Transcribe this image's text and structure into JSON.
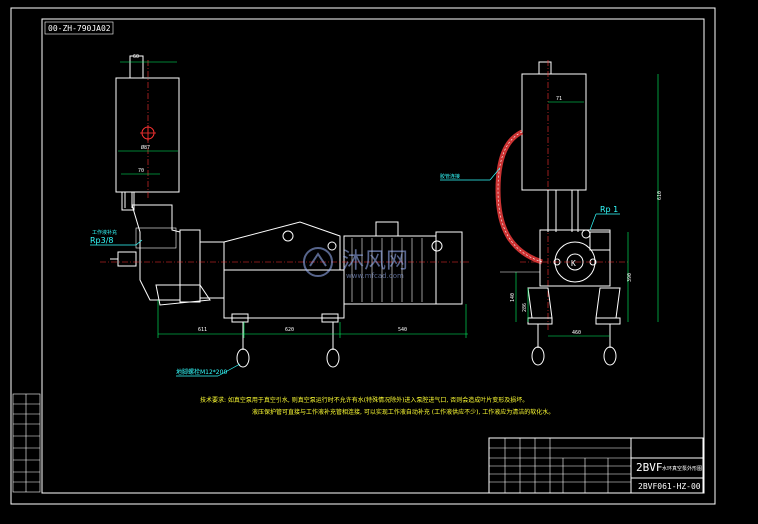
{
  "drawing": {
    "drawing_no_corner": "00-ZH-790JA02",
    "callout_inlet": "Rp3/8",
    "callout_inlet_note": "工作液补充",
    "callout_hose": "胶管连接",
    "callout_outlet": "Rp 1",
    "callout_anchor": "地脚螺栓M12*200",
    "dims_left_view": {
      "top_width": "60",
      "center": "?",
      "flange": "Ø87",
      "offset": "70",
      "d1": "611",
      "d2": "620",
      "d3": "540"
    },
    "dims_right_view": {
      "top": "71",
      "height_total": "610",
      "h1": "140",
      "h2": "286",
      "h3": "390",
      "base": "460"
    },
    "notes": [
      "技术要求: 如真空泵用于真空引水, 则真空泵运行时不允许有水(特殊情况除外)进入泵腔进气口, 否则会造成叶片变形及损坏。",
      "液压保护管可直接与工作液补充管相连接, 可以实现工作液自动补充 (工作液供应不少), 工作液应为清洁的软化水。"
    ],
    "title_block": {
      "model": "2BVF",
      "name": "水环真空泵外形图",
      "code": "2BVF061-HZ-00"
    },
    "watermark": {
      "brand": "沐风网",
      "url": "www.mfcad.com"
    }
  },
  "colors": {
    "background": "#000000",
    "lines": "#ffffff",
    "dimensions": "#00ff66",
    "center_lines": "#ff3333",
    "notes": "#ffff33",
    "hose": "#cc3333"
  }
}
